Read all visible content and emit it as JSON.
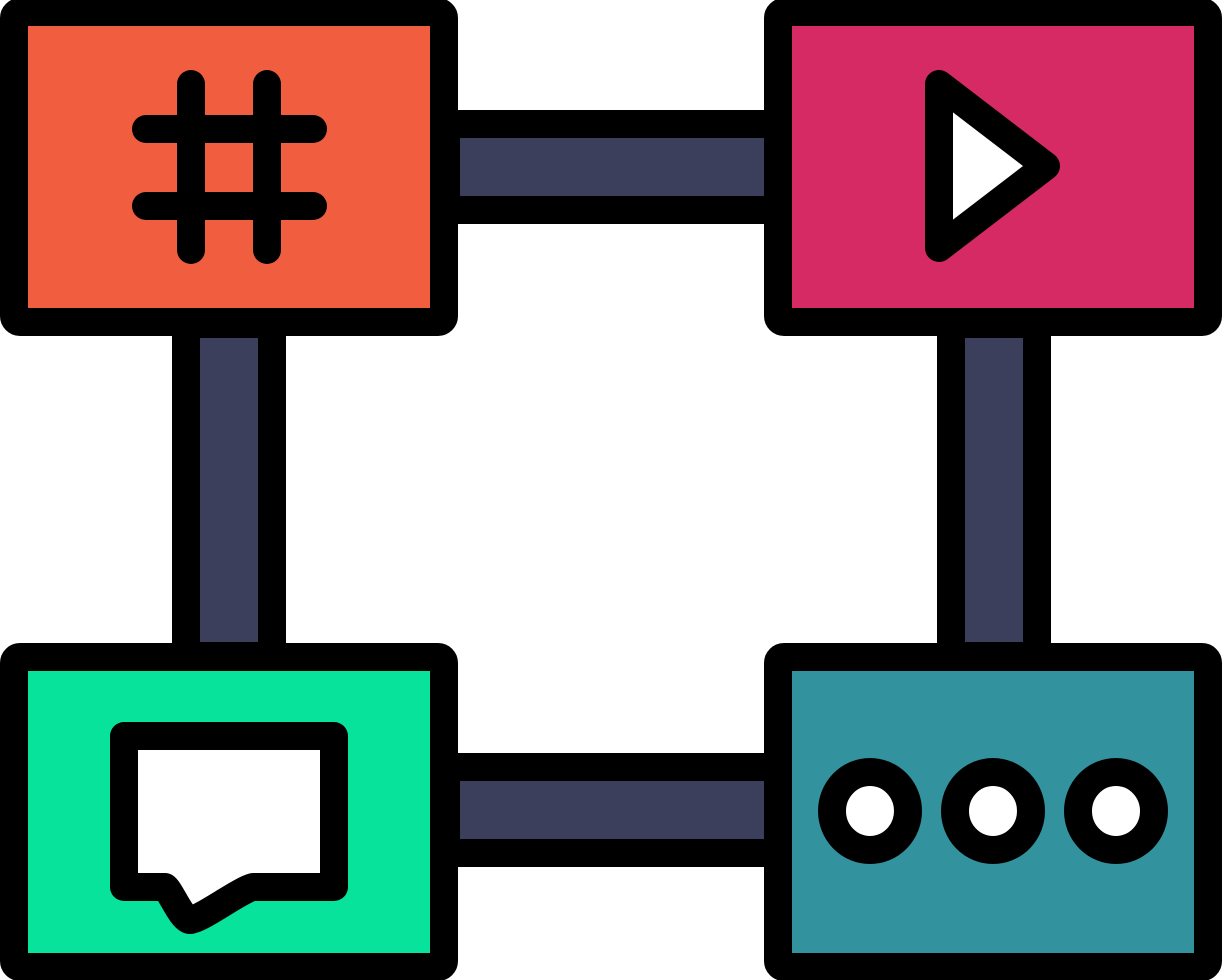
{
  "colors": {
    "stroke": "#000000",
    "connector": "#3b3f5c",
    "hashtag_box": "#f05d3f",
    "play_box": "#d62a65",
    "chat_box": "#08e39c",
    "more_box": "#32929e",
    "white": "#ffffff"
  },
  "nodes": [
    {
      "id": "hashtag",
      "icon": "hashtag-icon",
      "fill_key": "hashtag_box"
    },
    {
      "id": "play",
      "icon": "play-icon",
      "fill_key": "play_box"
    },
    {
      "id": "chat",
      "icon": "chat-bubble-icon",
      "fill_key": "chat_box"
    },
    {
      "id": "more",
      "icon": "more-dots-icon",
      "fill_key": "more_box"
    }
  ],
  "connectors": [
    {
      "from": "hashtag",
      "to": "play"
    },
    {
      "from": "hashtag",
      "to": "chat"
    },
    {
      "from": "play",
      "to": "more"
    },
    {
      "from": "chat",
      "to": "more"
    }
  ]
}
